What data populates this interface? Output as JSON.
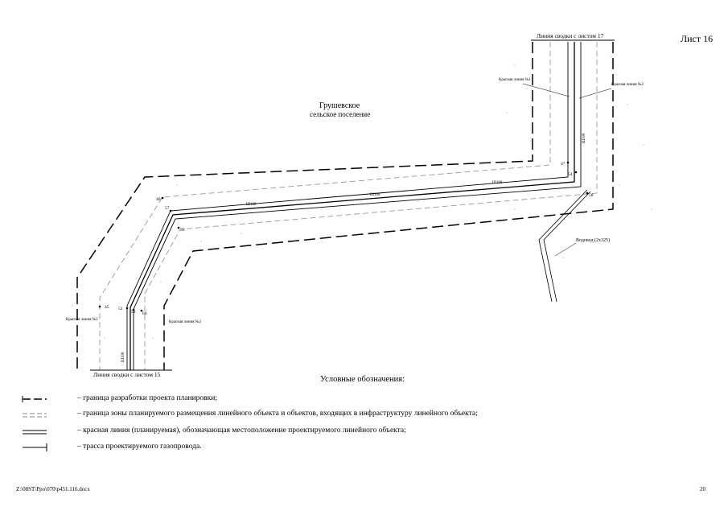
{
  "sheet": {
    "label": "Лист 16"
  },
  "region": {
    "line1": "Грушевское",
    "line2": "сельское поселение"
  },
  "match_lines": {
    "top": "Линия сводки с листом 17",
    "bottom": "Линия сводки с листом 15"
  },
  "red_line_labels": {
    "top_left": "Красная линия №1",
    "top_right": "Красная линия №2",
    "bottom_left": "Красная линия №1",
    "bottom_right": "Красная линия №2"
  },
  "points": [
    "46",
    "57",
    "59",
    "45",
    "52",
    "53",
    "60",
    "47",
    "54",
    "58"
  ],
  "pipe_labels": [
    "Ш108",
    "Ш108",
    "Ш108",
    "Ш108",
    "Ш108"
  ],
  "water_pipe": {
    "label": "Водовод (2х325)"
  },
  "legend": {
    "title": "Условные обозначения:",
    "items": [
      "–   граница  разработки проекта планировки;",
      "–   граница зоны планируемого размещения линейного объекта и объектов, входящих в инфраструктуру линейного объекта;",
      "–   красная линия (планируемая), обозначающая местоположение проектируемого линейного объекта;",
      "–   трасса проектируемого газопровода."
    ]
  },
  "footer": {
    "path": "Z:\\08ST\\Ppo\\070\\p451.116.docx",
    "page": "20"
  }
}
